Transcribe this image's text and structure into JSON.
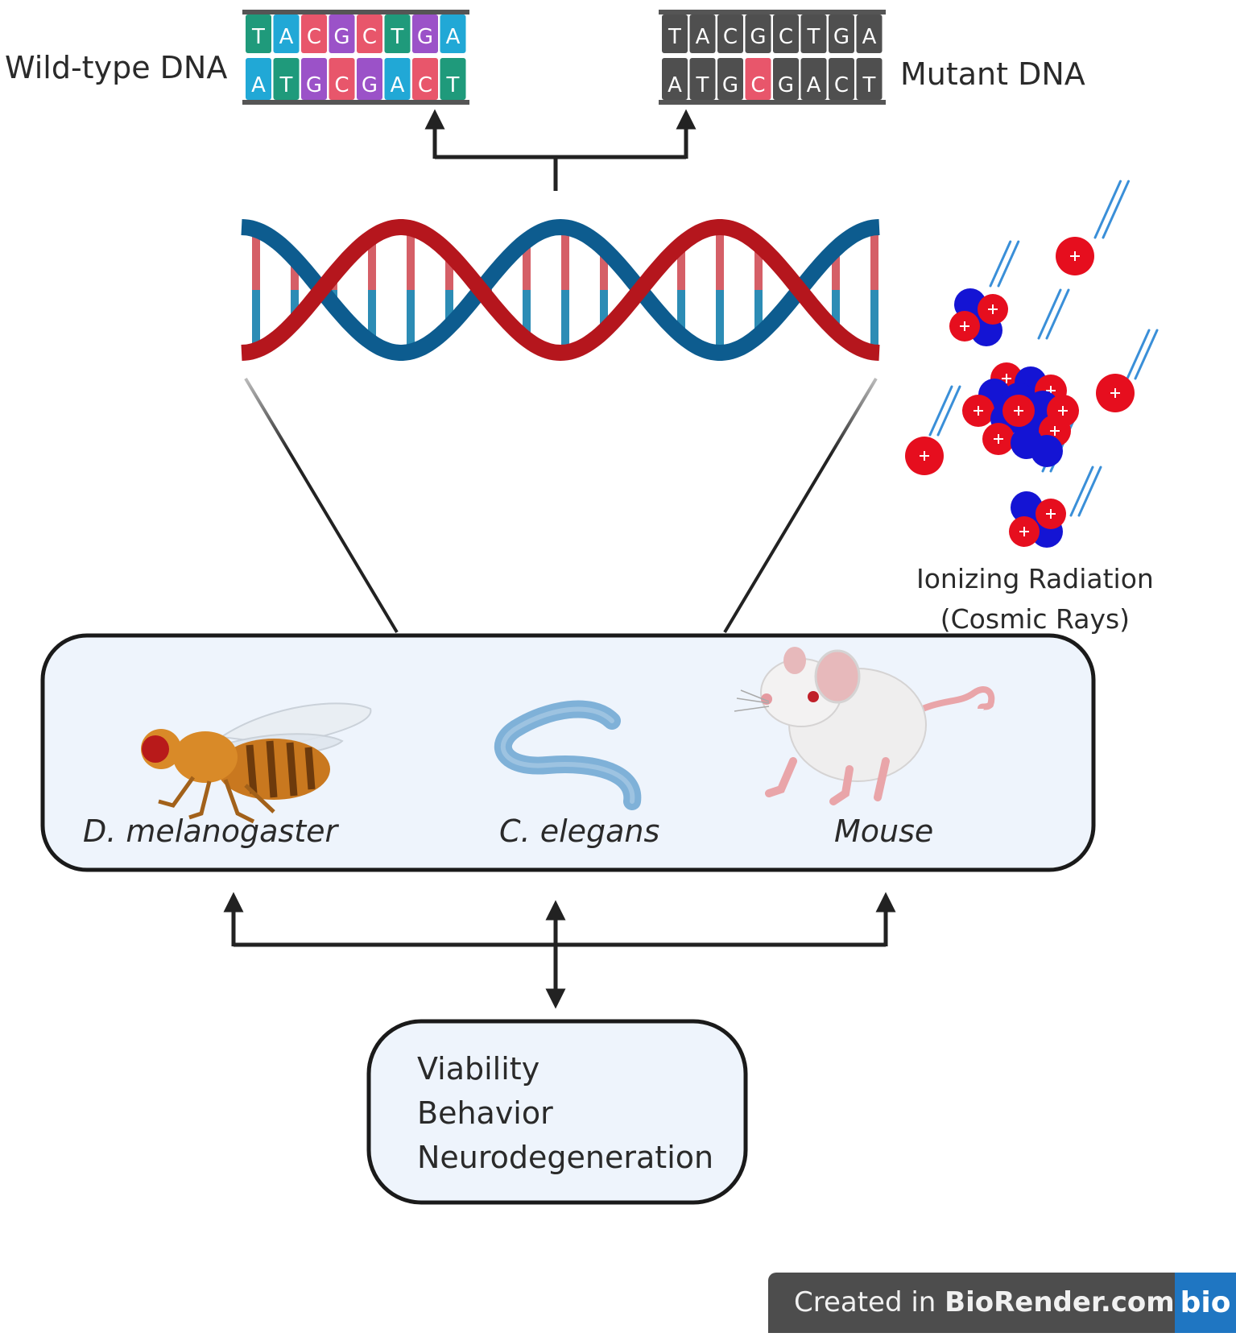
{
  "labels": {
    "wild_type": "Wild-type DNA",
    "mutant": "Mutant DNA",
    "radiation_line1": "Ionizing Radiation",
    "radiation_line2": "(Cosmic Rays)"
  },
  "organisms": [
    "D. melanogaster",
    "C. elegans",
    "Mouse"
  ],
  "outcomes": [
    "Viability",
    "Behavior",
    "Neurodegeneration"
  ],
  "dna_sequence": {
    "top": [
      "T",
      "A",
      "C",
      "G",
      "C",
      "T",
      "G",
      "A"
    ],
    "bottom": [
      "A",
      "T",
      "G",
      "C",
      "G",
      "A",
      "C",
      "T"
    ]
  },
  "colors": {
    "A": "#21a8d6",
    "T": "#1f9a7b",
    "C": "#e8566b",
    "G": "#9b52c8",
    "mutant_tile": "#4f4f4f",
    "mutant_highlight": "#e8566b",
    "strand_red": "#b5161d",
    "strand_blue": "#0d5c8f",
    "box_fill": "#eef4fc",
    "proton": "#e60e1e",
    "neutron": "#1414d4"
  },
  "watermark": {
    "prefix": "Created in ",
    "brand": "BioRender.com",
    "logo": "bio"
  },
  "icons": [
    "fruit-fly-icon",
    "worm-icon",
    "mouse-icon",
    "radiation-particle-icon",
    "dna-helix-icon"
  ]
}
